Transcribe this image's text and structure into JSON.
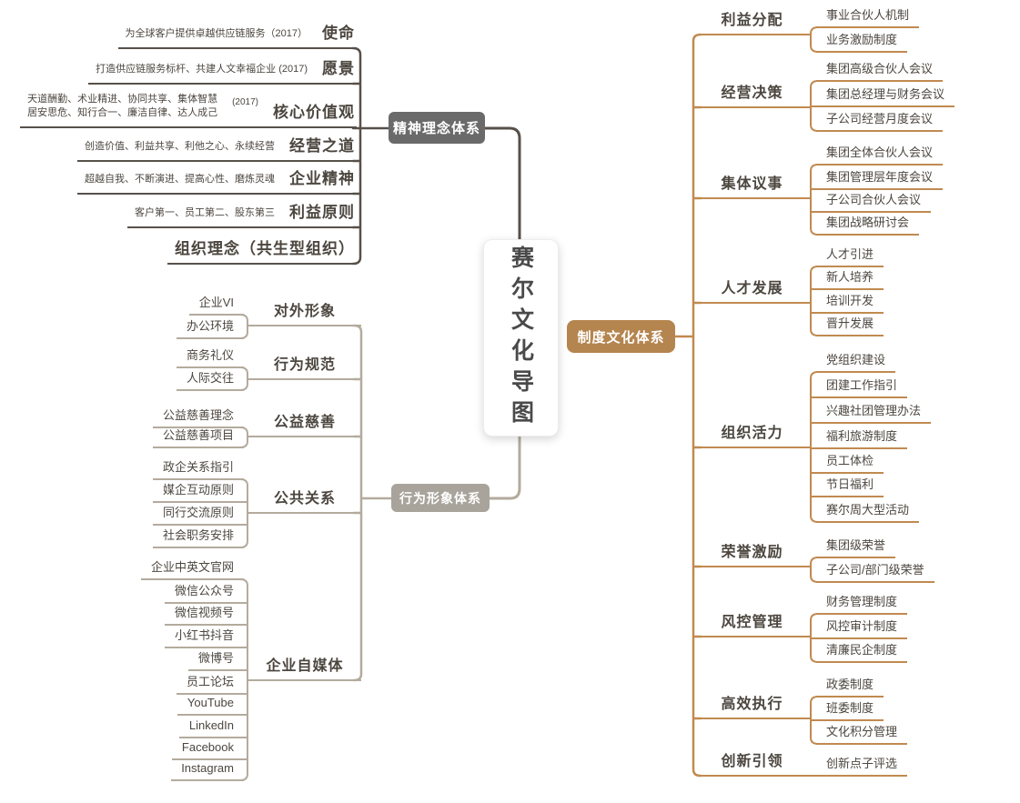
{
  "center": {
    "title": "赛尔文化导图"
  },
  "branches": {
    "spirit": {
      "label": "精神理念体系",
      "rows": [
        {
          "desc": "为全球客户提供卓越供应链服务（2017）",
          "label": "使命"
        },
        {
          "desc": "打造供应链服务标杆、共建人文幸福企业 (2017)",
          "label": "愿景"
        },
        {
          "desc1": "天道酬勤、术业精进、协同共享、集体智慧",
          "desc2": "居安思危、知行合一、廉洁自律、达人成己",
          "year": "(2017)",
          "label": "核心价值观"
        },
        {
          "desc": "创造价值、利益共享、利他之心、永续经营",
          "label": "经营之道"
        },
        {
          "desc": "超越自我、不断演进、提高心性、磨炼灵魂",
          "label": "企业精神"
        },
        {
          "desc": "客户第一、员工第二、股东第三",
          "label": "利益原则"
        },
        {
          "label": "组织理念（共生型组织）"
        }
      ]
    },
    "behavior": {
      "label": "行为形象体系",
      "categories": [
        {
          "label": "对外形象",
          "children": [
            "企业VI",
            "办公环境"
          ]
        },
        {
          "label": "行为规范",
          "children": [
            "商务礼仪",
            "人际交往"
          ]
        },
        {
          "label": "公益慈善",
          "children": [
            "公益慈善理念",
            "公益慈善项目"
          ]
        },
        {
          "label": "公共关系",
          "children": [
            "政企关系指引",
            "媒企互动原则",
            "同行交流原则",
            "社会职务安排"
          ]
        },
        {
          "label": "企业自媒体",
          "children": [
            "企业中英文官网",
            "微信公众号",
            "微信视频号",
            "小红书抖音",
            "微博号",
            "员工论坛",
            "YouTube",
            "LinkedIn",
            "Facebook",
            "Instagram"
          ]
        }
      ]
    },
    "system": {
      "label": "制度文化体系",
      "categories": [
        {
          "label": "利益分配",
          "children": [
            "事业合伙人机制",
            "业务激励制度"
          ]
        },
        {
          "label": "经营决策",
          "children": [
            "集团高级合伙人会议",
            "集团总经理与财务会议",
            "子公司经营月度会议"
          ]
        },
        {
          "label": "集体议事",
          "children": [
            "集团全体合伙人会议",
            "集团管理层年度会议",
            "子公司合伙人会议",
            "集团战略研讨会"
          ]
        },
        {
          "label": "人才发展",
          "children": [
            "人才引进",
            "新人培养",
            "培训开发",
            "晋升发展"
          ]
        },
        {
          "label": "组织活力",
          "children": [
            "党组织建设",
            "团建工作指引",
            "兴趣社团管理办法",
            "福利旅游制度",
            "员工体检",
            "节日福利",
            "赛尔周大型活动"
          ]
        },
        {
          "label": "荣誉激励",
          "children": [
            "集团级荣誉",
            "子公司/部门级荣誉"
          ]
        },
        {
          "label": "风控管理",
          "children": [
            "财务管理制度",
            "风控审计制度",
            "清廉民企制度"
          ]
        },
        {
          "label": "高效执行",
          "children": [
            "政委制度",
            "班委制度",
            "文化积分管理"
          ]
        },
        {
          "label": "创新引领",
          "children": [
            "创新点子评选"
          ]
        }
      ]
    }
  },
  "colors": {
    "text": "#4c463f",
    "spirit_line": "#57504a",
    "behavior_line": "#b3ab9d",
    "system_line": "#c18a50",
    "spirit_pill": "#6a6a6a",
    "behavior_pill": "#a8a49c",
    "system_pill": "#b5854f"
  }
}
